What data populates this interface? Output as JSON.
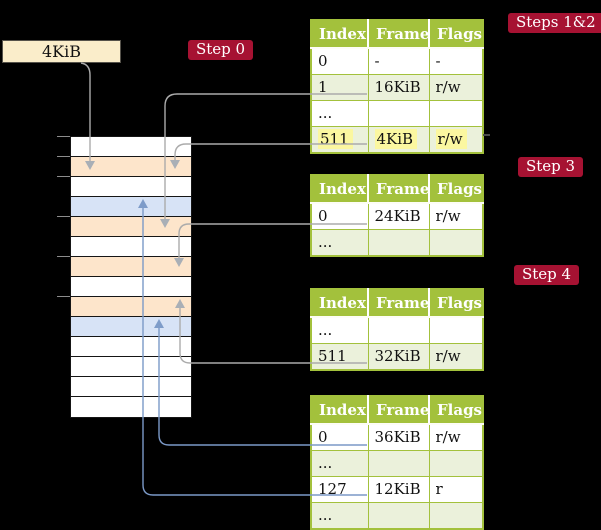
{
  "colors": {
    "badge_bg": "#A61232",
    "badge_text": "#FFFFFF",
    "box_bg": "#FAEDCA",
    "header_bg": "#A3C13C",
    "row_shade": "#EBF1DB",
    "highlight": "#FBF7A0",
    "memory_pagetable_row": "#FDE5CB",
    "memory_datapage_row": "#D7E3F6",
    "line_gray": "#ABABAB",
    "line_blue": "#7B99C7"
  },
  "origin_box": {
    "label": "4KiB"
  },
  "badges": {
    "step0": "Step 0",
    "steps12": "Steps 1&2",
    "step3": "Step 3",
    "step4": "Step 4"
  },
  "memory": {
    "rows": [
      "white",
      "peach",
      "white",
      "blue",
      "peach",
      "white",
      "peach",
      "white",
      "peach",
      "blue",
      "white",
      "white",
      "white",
      "white"
    ]
  },
  "tables": [
    {
      "headers": [
        "Index",
        "Frame",
        "Flags"
      ],
      "rows": [
        {
          "cells": [
            "0",
            "-",
            "-"
          ]
        },
        {
          "cells": [
            "1",
            "16KiB",
            "r/w"
          ]
        },
        {
          "cells": [
            "...",
            "",
            ""
          ]
        },
        {
          "cells": [
            "511",
            "4KiB",
            "r/w"
          ]
        }
      ]
    },
    {
      "headers": [
        "Index",
        "Frame",
        "Flags"
      ],
      "rows": [
        {
          "cells": [
            "0",
            "24KiB",
            "r/w"
          ]
        },
        {
          "cells": [
            "...",
            "",
            ""
          ]
        }
      ]
    },
    {
      "headers": [
        "Index",
        "Frame",
        "Flags"
      ],
      "rows": [
        {
          "cells": [
            "...",
            "",
            ""
          ]
        },
        {
          "cells": [
            "511",
            "32KiB",
            "r/w"
          ]
        }
      ]
    },
    {
      "headers": [
        "Index",
        "Frame",
        "Flags"
      ],
      "rows": [
        {
          "cells": [
            "0",
            "36KiB",
            "r/w"
          ]
        },
        {
          "cells": [
            "...",
            "",
            ""
          ]
        },
        {
          "cells": [
            "127",
            "12KiB",
            "r"
          ]
        },
        {
          "cells": [
            "...",
            "",
            ""
          ]
        }
      ]
    }
  ]
}
